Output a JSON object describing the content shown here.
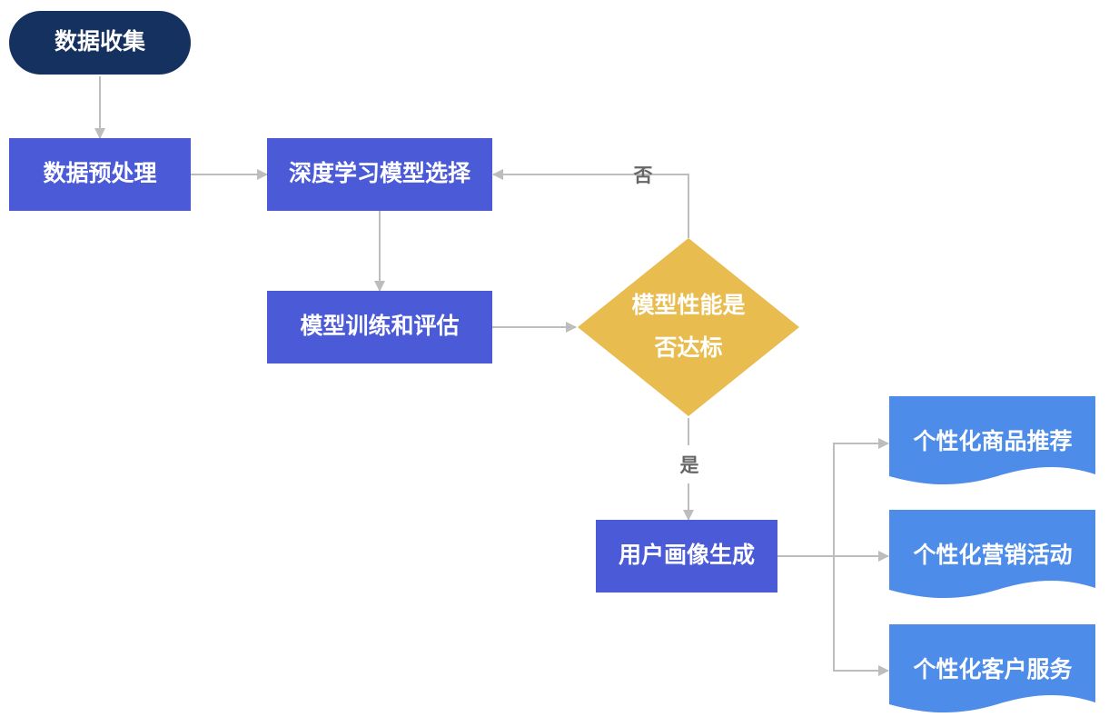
{
  "nodes": {
    "data_collection": "数据收集",
    "preprocessing": "数据预处理",
    "model_selection": "深度学习模型选择",
    "training": "模型训练和评估",
    "decision_line1": "模型性能是",
    "decision_line2": "否达标",
    "user_profile": "用户画像生成",
    "recommendation": "个性化商品推荐",
    "marketing": "个性化营销活动",
    "service": "个性化客户服务"
  },
  "edge_labels": {
    "no": "否",
    "yes": "是"
  },
  "colors": {
    "terminal": "#15315f",
    "process": "#4b5bd8",
    "decision": "#e9bc4f",
    "document": "#4d8ce9",
    "connector": "#bdbdbd",
    "label": "#666666"
  }
}
